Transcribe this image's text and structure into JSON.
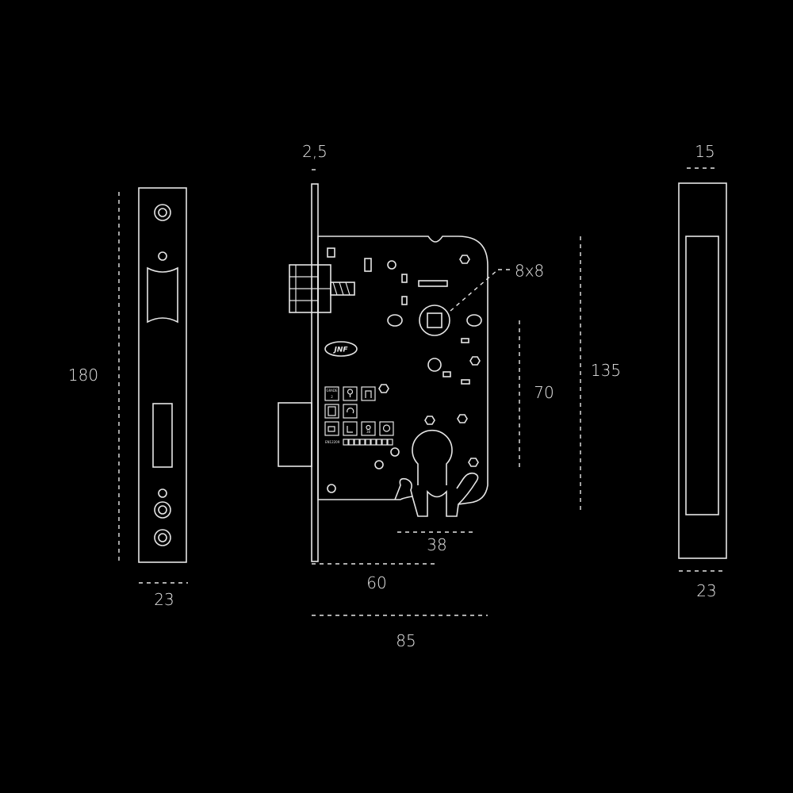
{
  "colors": {
    "background": "#000000",
    "line": "#e6e6e6"
  },
  "dimensions": {
    "faceplate_height": "180",
    "faceplate_width": "23",
    "faceplate_thickness": "2,5",
    "spindle_square": "8x8",
    "backset": "60",
    "body_depth": "85",
    "body_height": "135",
    "center_distance": "70",
    "cylinder_offset": "38",
    "strike_depth": "15",
    "strike_width": "23"
  },
  "labels": {
    "brand_logo": "JNF",
    "grade_caption": "GRADE",
    "grade_value": "2",
    "standard": "EN12209",
    "backset_mark": "38"
  }
}
